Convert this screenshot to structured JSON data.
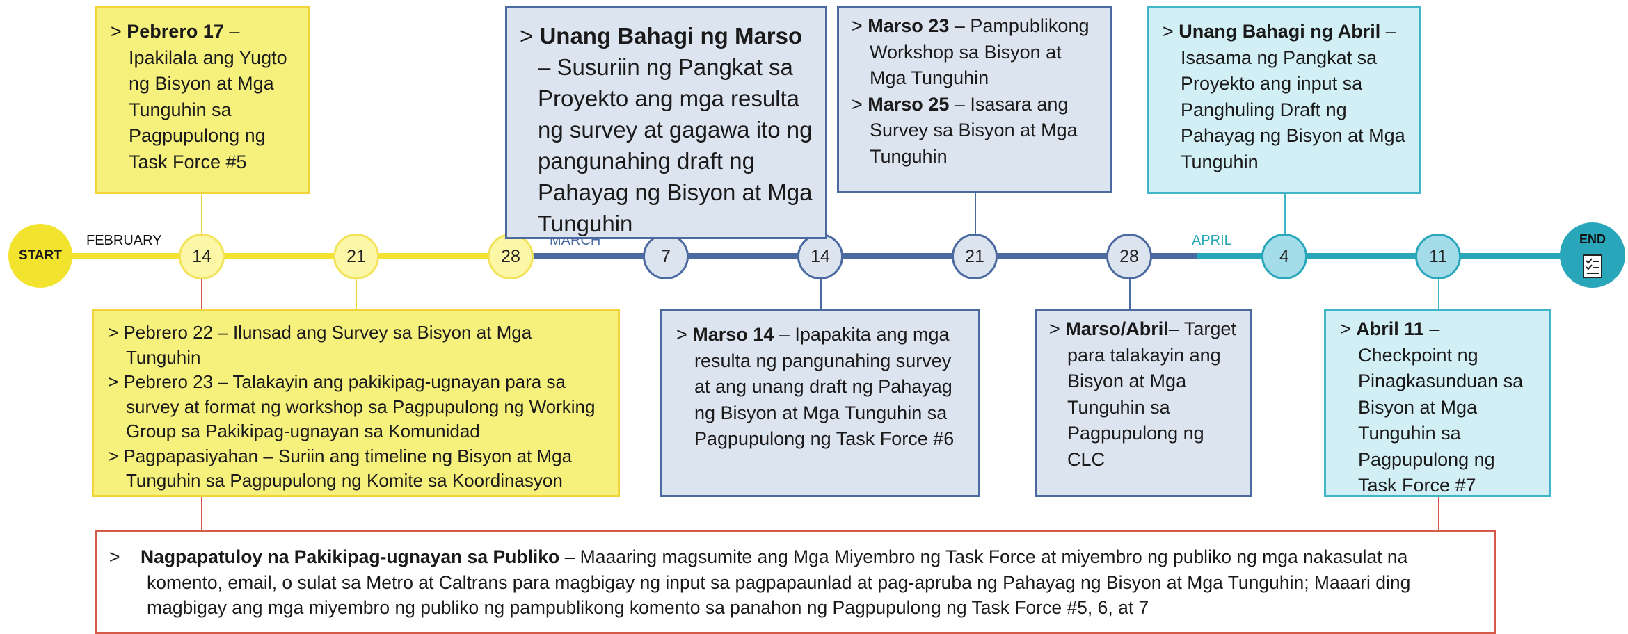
{
  "months": {
    "feb": "FEBRUARY",
    "mar": "MARCH",
    "apr": "APRIL"
  },
  "start_label": "START",
  "end_label": "END",
  "end_icon": "checklist-icon",
  "nodes": [
    "14",
    "21",
    "28",
    "7",
    "14",
    "21",
    "28",
    "4",
    "11"
  ],
  "boxes": {
    "b1": {
      "items": [
        {
          "bold": "Pebrero 17",
          "text": " – Ipakilala ang Yugto ng Bisyon at Mga Tunguhin sa Pagpupulong ng Task Force #5"
        }
      ]
    },
    "b2": {
      "items": [
        {
          "bold": "Unang Bahagi ng Marso",
          "text": " – Susuriin ng Pangkat sa Proyekto ang mga resulta ng survey at gagawa ito ng pangunahing draft ng Pahayag ng Bisyon at Mga Tunguhin"
        }
      ]
    },
    "b3": {
      "items": [
        {
          "bold": "Marso 23",
          "text": " – Pampublikong Workshop sa Bisyon at Mga Tunguhin"
        },
        {
          "bold": "Marso 25",
          "text": " – Isasara ang Survey sa Bisyon at Mga Tunguhin"
        }
      ]
    },
    "b4": {
      "items": [
        {
          "bold": "Unang Bahagi ng Abril",
          "text": " – Isasama ng Pangkat sa Proyekto ang input sa Panghuling Draft ng Pahayag ng Bisyon at Mga Tunguhin"
        }
      ]
    },
    "b5": {
      "items": [
        {
          "bold": "",
          "text": "Pebrero 22 – Ilunsad ang Survey sa Bisyon at Mga Tunguhin"
        },
        {
          "bold": "",
          "text": "Pebrero 23 – Talakayin ang pakikipag-ugnayan para sa survey at format ng workshop sa Pagpupulong ng Working Group sa Pakikipag-ugnayan sa Komunidad"
        },
        {
          "bold": "",
          "text": "Pagpapasiyahan – Suriin ang timeline ng Bisyon at Mga Tunguhin sa Pagpupulong ng Komite sa Koordinasyon"
        }
      ]
    },
    "b6": {
      "items": [
        {
          "bold": "Marso 14",
          "text": " – Ipapakita ang mga resulta ng pangunahing survey at ang unang draft ng Pahayag ng Bisyon at Mga Tunguhin sa Pagpupulong ng Task Force #6"
        }
      ]
    },
    "b7": {
      "items": [
        {
          "bold": "Marso/Abril",
          "text": "– Target para talakayin ang Bisyon at Mga Tunguhin sa Pagpupulong ng CLC"
        }
      ]
    },
    "b8": {
      "items": [
        {
          "bold": "Abril 11",
          "text": " – Checkpoint ng Pinagkasunduan sa Bisyon at Mga Tunguhin sa Pagpupulong ng Task Force #7"
        }
      ]
    },
    "b9": {
      "items": [
        {
          "bold": "Nagpapatuloy na Pakikipag-ugnayan sa Publiko",
          "text": " – Maaaring magsumite ang Mga Miyembro ng Task Force at miyembro ng publiko ng mga nakasulat na komento, email, o sulat sa Metro at Caltrans para magbigay ng input sa pagpapaunlad at pag-apruba ng Pahayag ng Bisyon at Mga Tunguhin; Maaari ding magbigay ang mga miyembro ng publiko ng pampublikong komento sa panahon ng Pagpupulong ng Task Force #5, 6, at 7"
        }
      ]
    }
  }
}
